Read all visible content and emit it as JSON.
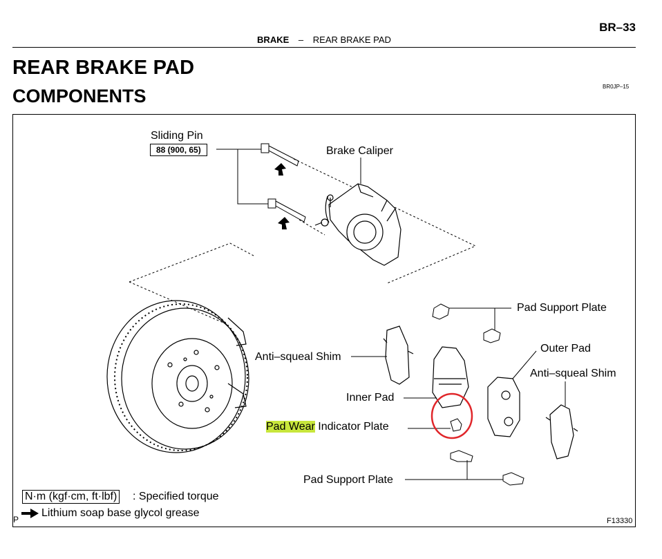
{
  "header": {
    "page_number": "BR–33",
    "section": "BRAKE",
    "separator": "–",
    "subsection": "REAR BRAKE PAD"
  },
  "title": "REAR BRAKE PAD",
  "subtitle": "COMPONENTS",
  "reference_code": "BR0JP–15",
  "diagram": {
    "labels": {
      "sliding_pin": "Sliding Pin",
      "torque_spec": "88 (900, 65)",
      "brake_caliper": "Brake Caliper",
      "pad_support_plate_top": "Pad Support Plate",
      "outer_pad": "Outer Pad",
      "anti_squeal_shim_left": "Anti–squeal Shim",
      "anti_squeal_shim_right": "Anti–squeal Shim",
      "inner_pad": "Inner Pad",
      "pad_wear_highlight": "Pad Wear",
      "indicator_plate": " Indicator Plate",
      "pad_support_plate_bottom": "Pad Support Plate"
    },
    "annotation_color": "#e0262a",
    "highlight_color": "#c8e63c"
  },
  "legend": {
    "torque_units": "N·m (kgf·cm, ft·lbf)",
    "torque_desc": " : Specified torque",
    "grease_desc": "Lithium soap base glycol grease"
  },
  "figure_number": "F13330",
  "corner_letter": "P"
}
